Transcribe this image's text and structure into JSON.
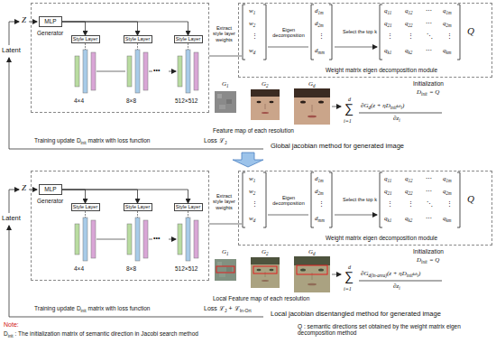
{
  "diagram": {
    "nodes": [
      {
        "text": [
          "Generator"
        ]
      },
      {
        "text": [
          "MLP"
        ],
        "in": 0
      },
      {
        "text": [
          "Style Layer"
        ],
        "in": 0
      },
      {
        "text": [
          "Style Layer"
        ],
        "in": 0
      },
      {
        "text": [
          "Style Layer"
        ],
        "in": 0
      },
      {
        "text": [
          "Weight matrix eigen decomposition module"
        ]
      },
      {
        "text": [
          "Generator"
        ]
      },
      {
        "text": [
          "MLP"
        ],
        "in": 6
      },
      {
        "text": [
          "Style Layer"
        ],
        "in": 6
      },
      {
        "text": [
          "Style Layer"
        ],
        "in": 6
      },
      {
        "text": [
          "Style Layer"
        ],
        "in": 6
      },
      {
        "text": [
          "Weight matrix eigen decomposition module"
        ]
      }
    ],
    "edges": [
      {
        "from": 1,
        "to": 2,
        "arrow": "to"
      },
      {
        "from": 1,
        "to": 3,
        "arrow": "to"
      },
      {
        "from": 1,
        "to": 4,
        "arrow": "to"
      },
      {
        "from": 7,
        "to": 8,
        "arrow": "to"
      },
      {
        "from": 7,
        "to": 9,
        "arrow": "to"
      },
      {
        "from": 7,
        "to": 10,
        "arrow": "to"
      }
    ],
    "labels": [
      "Latent",
      "Z",
      "4×4",
      "8×8",
      "•••",
      "512×512",
      "Extract style layer weights",
      "w",
      "1",
      "w",
      "2",
      "⋮",
      "w",
      "d",
      "Eigen decomposition",
      "d",
      "1m",
      "d",
      "2m",
      "⋮",
      "d",
      "mm",
      "Select the top k",
      "q",
      "11",
      "q",
      "12",
      "⋯",
      "q",
      "1m",
      "q",
      "21",
      "q",
      "22",
      "⋯",
      "q",
      "2m",
      "⋮",
      "⋮",
      "⋱",
      "⋮",
      "q",
      "k1",
      "q",
      "k2",
      "⋯",
      "q",
      "km",
      "Q",
      "Initialization",
      "D",
      "init",
      "= Q",
      "G",
      "1",
      "G",
      "2",
      "G",
      "d",
      "Feature map of each resolution",
      "d",
      "∑",
      "i=1",
      "∂G",
      "d",
      "(z + ηD",
      "init",
      "ω",
      "i",
      ")",
      "∂z",
      "i",
      "Training update",
      "D",
      "init",
      "matrix with loss function",
      "Loss",
      "ℒ",
      "J",
      "Global jacobian method for generated image",
      "Latent",
      "Z",
      "4×4",
      "8×8",
      "•••",
      "512×512",
      "Extract style layer weights",
      "w",
      "1",
      "w",
      "2",
      "⋮",
      "w",
      "d",
      "Eigen decomposition",
      "d",
      "1m",
      "d",
      "2m",
      "⋮",
      "d",
      "mm",
      "Select the top k",
      "q",
      "11",
      "q",
      "12",
      "⋯",
      "q",
      "1m",
      "q",
      "21",
      "q",
      "22",
      "⋯",
      "q",
      "2m",
      "⋮",
      "⋮",
      "⋱",
      "⋮",
      "q",
      "k1",
      "q",
      "k2",
      "⋯",
      "q",
      "km",
      "Q",
      "Initialization",
      "D",
      "init",
      "= Q",
      "G",
      "1",
      "G",
      "2",
      "G",
      "d",
      "Local Feature map of each resolution",
      "d",
      "∑",
      "i=1",
      "∂G",
      "d(ln-area)",
      "(z + ηD",
      "init",
      "ω",
      "i",
      ")",
      "∂z",
      "i",
      "Training update",
      "D",
      "init",
      "matrix with loss function",
      "Loss",
      "ℒ",
      "J",
      "+",
      "ℒ",
      "In-Ort",
      "Local jacobian disentangled method for generated image",
      "Note:",
      "D",
      "init",
      ": The initialization matrix of semantic direction in Jacobi search method",
      "Q",
      ": semantic directions set obtained by the weight matrix eigen decomposition method"
    ]
  }
}
